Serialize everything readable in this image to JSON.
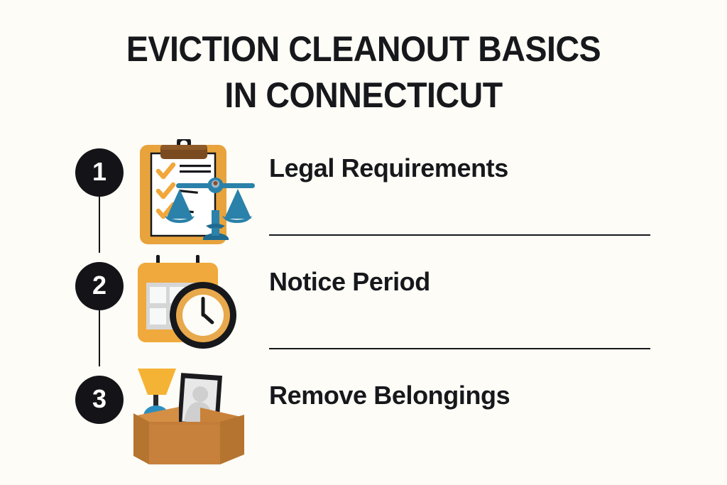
{
  "background_color": "#FDFCF6",
  "title": {
    "line1": "EVICTION CLEANOUT BASICS",
    "line2": "IN CONNECTICUT"
  },
  "colors": {
    "text": "#17181C",
    "bullet_bg": "#141418",
    "bullet_text": "#FFFFFF",
    "divider": "#17181C",
    "accent_orange": "#F0A93C",
    "accent_orange_dark": "#E09B2D",
    "clipboard_frame": "#E8A33D",
    "clip_brown": "#7A4A20",
    "check_orange": "#F2A73B",
    "scales_blue": "#2A81AA",
    "scales_blue_dark": "#1F6A90",
    "calendar_panel_gray": "#D6D6D6",
    "calendar_cell_white": "#F7F8F8",
    "clock_ring_black": "#17181C",
    "clock_ring_orange": "#E8A84C",
    "clock_face": "#FDFCF6",
    "box_front": "#C8813C",
    "box_side": "#B5742F",
    "box_flap": "#D58F45",
    "lamp_shade": "#F5B335",
    "lamp_base_blue": "#2D8FBF",
    "frame_black": "#1B1B1F",
    "frame_inner": "#E8E8E8",
    "frame_silhouette": "#CFCFCF"
  },
  "steps": [
    {
      "number": "1",
      "label": "Legal Requirements",
      "icon": "clipboard-scales-icon",
      "has_divider": true,
      "has_connector": true
    },
    {
      "number": "2",
      "label": "Notice Period",
      "icon": "calendar-clock-icon",
      "has_divider": true,
      "has_connector": true
    },
    {
      "number": "3",
      "label": "Remove Belongings",
      "icon": "moving-box-icon",
      "has_divider": false,
      "has_connector": false
    }
  ]
}
